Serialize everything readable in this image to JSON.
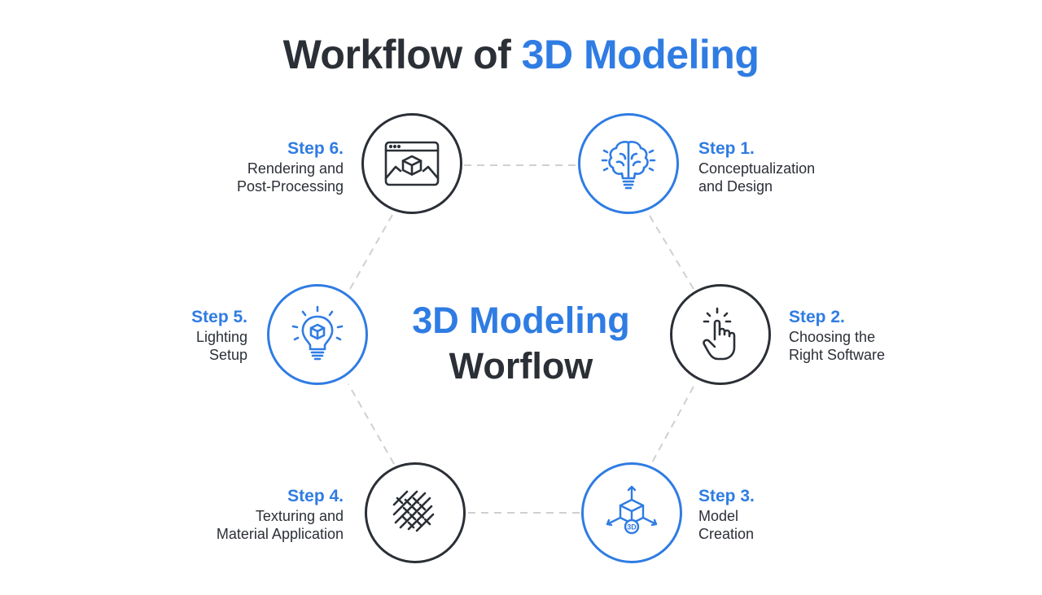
{
  "title": {
    "prefix": "Workflow of ",
    "accent": "3D Modeling"
  },
  "center": {
    "line1": "3D Modeling",
    "line2": "Worflow"
  },
  "colors": {
    "accent": "#2f7ce3",
    "dark": "#2b2f36",
    "connector": "#d0d0d0"
  },
  "steps": [
    {
      "step": "Step 1.",
      "desc": "Conceptualization\nand Design",
      "icon": "brain-bulb-icon",
      "style": "blue"
    },
    {
      "step": "Step 2.",
      "desc": "Choosing the\nRight Software",
      "icon": "pointer-hand-icon",
      "style": "dark"
    },
    {
      "step": "Step 3.",
      "desc": "Model\nCreation",
      "icon": "3d-cube-axes-icon",
      "style": "blue"
    },
    {
      "step": "Step 4.",
      "desc": "Texturing and\nMaterial Application",
      "icon": "woven-texture-icon",
      "style": "dark"
    },
    {
      "step": "Step 5.",
      "desc": "Lighting\nSetup",
      "icon": "lightbulb-cube-icon",
      "style": "blue"
    },
    {
      "step": "Step 6.",
      "desc": "Rendering and\nPost-Processing",
      "icon": "browser-cube-icon",
      "style": "dark"
    }
  ]
}
